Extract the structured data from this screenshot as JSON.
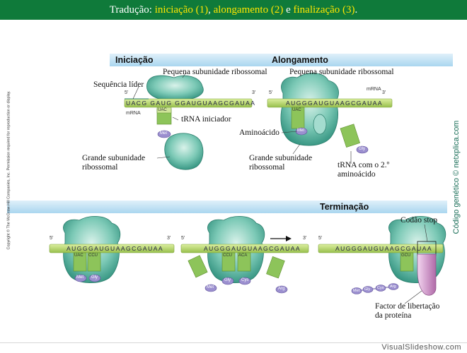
{
  "title": {
    "prefix": "Tradução: ",
    "part1": "iniciação (1)",
    "sep1": ", ",
    "part2": "alongamento (2)",
    "sep2": " e ",
    "part3": "finalização (3)",
    "end": "."
  },
  "stages": {
    "initiation": "Iniciação",
    "elongation": "Alongamento",
    "termination": "Terminação"
  },
  "labels": {
    "small_subunit_1": "Pequena subunidade ribossomal",
    "small_subunit_2": "Pequena subunidade ribossomal",
    "leader_sequence": "Sequência líder",
    "initiator_trna": "tRNA iniciador",
    "large_subunit_1": "Grande subunidade\nribossomal",
    "aminoacid": "Aminoácido",
    "large_subunit_2": "Grande subunidade\nribossomal",
    "trna_second": "tRNA com o 2.º\naminoácido",
    "stop_codon": "Codão stop",
    "release_factor": "Factor de libertação\nda proteína"
  },
  "small_labels": {
    "five_prime": "5'",
    "three_prime": "3'",
    "mrna": "mRNA"
  },
  "amino_acids": {
    "met": "Met",
    "gly": "Gly",
    "cys": "Cys",
    "arg": "Arg"
  },
  "codons": {
    "panel1": "UACG GAUG GGAUGUAAGCGAUAA",
    "panel2": "AUGGGAUGUAAGCGAUAA",
    "panel3": "AUGGGAUGUAAGCGAUAA",
    "panel4": "AUGGGAUGUAAGCGAUAA",
    "panel5": "AUGGGAUGUAAGCGAUAA"
  },
  "anticodons": {
    "ua_c": "UAC",
    "ccu": "CCU",
    "aca": "ACA",
    "gcu": "GCU"
  },
  "side": {
    "copyright": "Copyright © The McGraw-Hill Companies, Inc. Permission required for reproduction or display.",
    "code": "Código genético © netxplica.com"
  },
  "footer": "VisualSlideshow.com",
  "colors": {
    "header_bg": "#0f7a3a",
    "highlight": "#ffe600",
    "ribosome": "#4fb3a0",
    "mrna": "#b5d46a",
    "banner": "#a9d6ef",
    "release_factor": "#c98bc5"
  }
}
